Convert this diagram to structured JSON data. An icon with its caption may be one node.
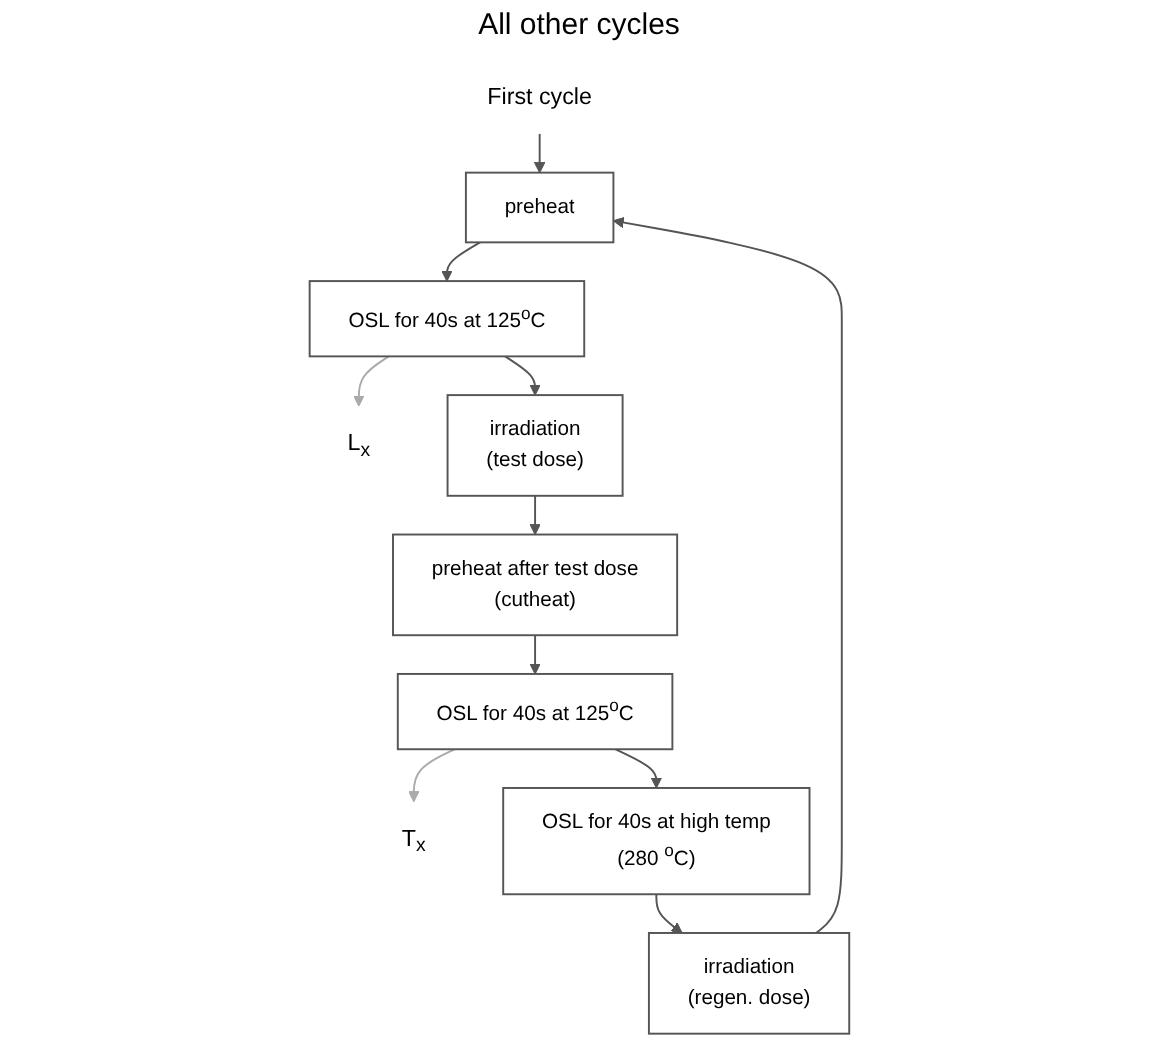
{
  "diagram": {
    "nodes": [
      {
        "text": [
          "First cycle"
        ]
      },
      {
        "text": [
          "irradiation",
          "(regen. dose)"
        ]
      },
      {
        "text": [
          "preheat"
        ]
      },
      {
        "text": [
          "OSL for 40s at 125$^{o}$C"
        ]
      },
      {
        "text": [
          "L$_{x}$"
        ]
      },
      {
        "text": [
          "irradiation",
          "(test dose)"
        ]
      },
      {
        "text": [
          "preheat after test dose",
          "(cutheat)"
        ]
      },
      {
        "text": [
          "OSL for 40s at 125$^{o}$C"
        ]
      },
      {
        "text": [
          "T$_{x}$"
        ]
      },
      {
        "text": [
          "OSL for 40s at high temp",
          "(280 $^{o}$C)"
        ]
      }
    ],
    "edges": [
      {
        "from": 0,
        "to": 2,
        "arrow": "to"
      },
      {
        "from": 1,
        "to": 2,
        "arrow": "to"
      },
      {
        "from": 2,
        "to": 3,
        "arrow": "to"
      },
      {
        "from": 3,
        "to": 4,
        "arrow": "to",
        "color": "#aaaaaa"
      },
      {
        "from": 3,
        "to": 5,
        "arrow": "to"
      },
      {
        "from": 5,
        "to": 6,
        "arrow": "to"
      },
      {
        "from": 6,
        "to": 7,
        "arrow": "to"
      },
      {
        "from": 7,
        "to": 8,
        "arrow": "to",
        "color": "#aaaaaa"
      },
      {
        "from": 7,
        "to": 9,
        "arrow": "to"
      },
      {
        "from": 9,
        "to": 1,
        "arrow": "to"
      }
    ],
    "labels": [
      "All other cycles"
    ]
  }
}
